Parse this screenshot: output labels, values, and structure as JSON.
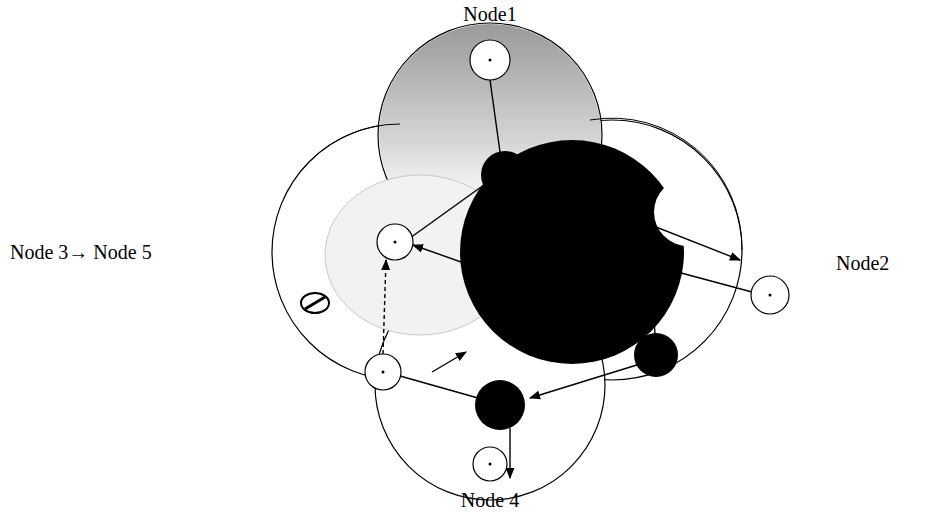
{
  "diagram": {
    "nodes": [
      {
        "text": [
          "Node1"
        ]
      },
      {
        "text": [
          "Node 3→ Node 5"
        ]
      },
      {
        "text": [
          "Node2"
        ]
      },
      {
        "text": [
          "Node 4"
        ]
      }
    ]
  }
}
